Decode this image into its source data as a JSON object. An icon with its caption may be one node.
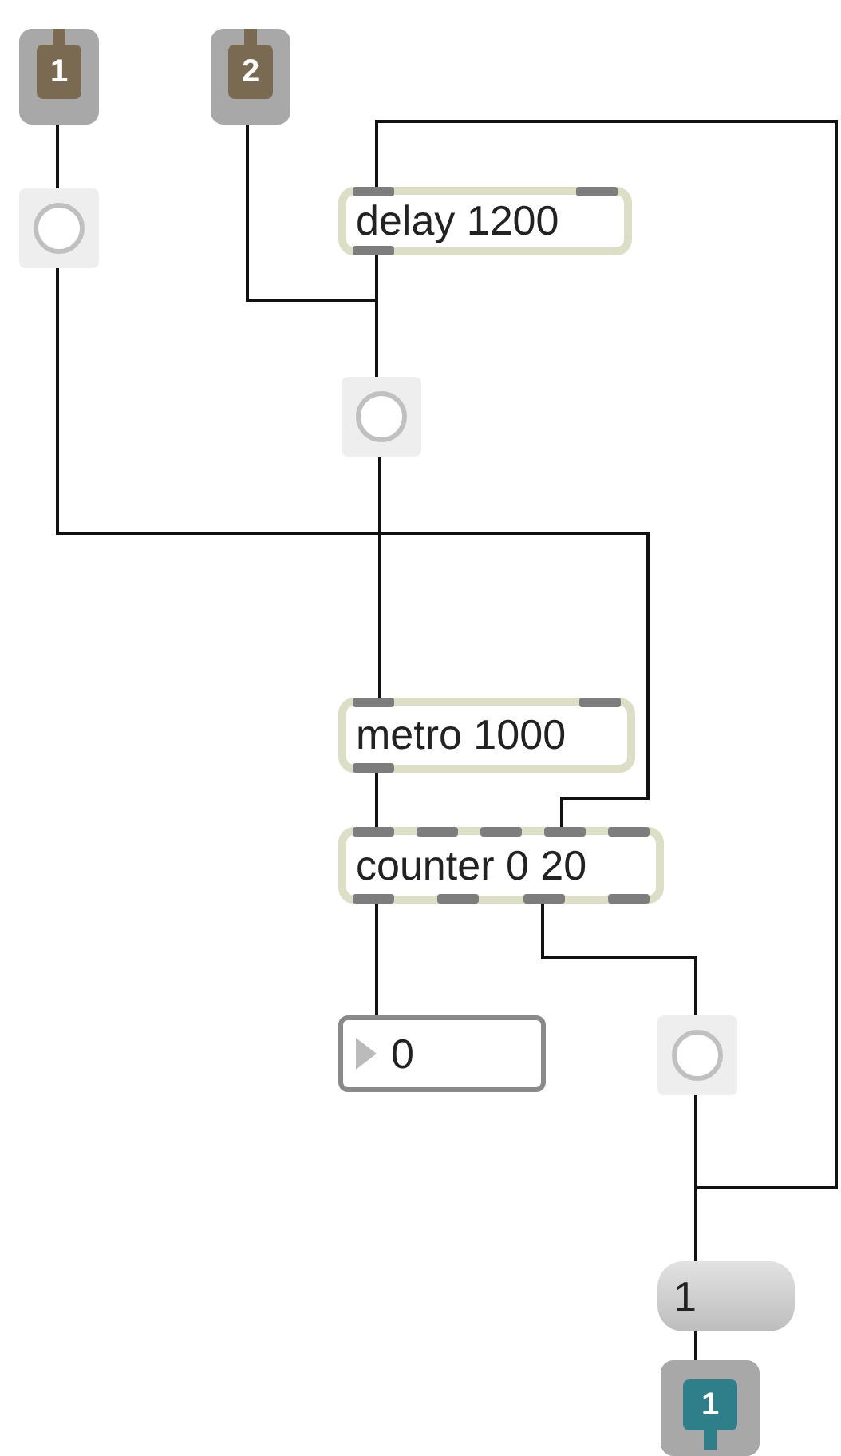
{
  "diagram": {
    "nodes": [
      {
        "text": [
          "1"
        ]
      },
      {
        "text": [
          "2"
        ]
      },
      {
        "text": [],
        "shape": "circle"
      },
      {
        "text": [
          "delay 1200"
        ]
      },
      {
        "text": [],
        "shape": "circle"
      },
      {
        "text": [
          "metro 1000"
        ]
      },
      {
        "text": [
          "counter 0 20"
        ]
      },
      {
        "text": [
          "0"
        ]
      },
      {
        "text": [],
        "shape": "circle"
      },
      {
        "text": [
          "1"
        ]
      },
      {
        "text": [
          "1"
        ]
      }
    ],
    "edges": [
      {
        "from": 0,
        "to": 2,
        "arrow": "none"
      },
      {
        "from": 1,
        "to": 4,
        "arrow": "none"
      },
      {
        "from": 3,
        "to": 4,
        "arrow": "none"
      },
      {
        "from": 2,
        "to": 6,
        "arrow": "none"
      },
      {
        "from": 4,
        "to": 5,
        "arrow": "none"
      },
      {
        "from": 5,
        "to": 6,
        "arrow": "none"
      },
      {
        "from": 6,
        "to": 7,
        "arrow": "none"
      },
      {
        "from": 6,
        "to": 8,
        "arrow": "none"
      },
      {
        "from": 8,
        "to": 9,
        "arrow": "none"
      },
      {
        "from": 8,
        "to": 3,
        "arrow": "none"
      },
      {
        "from": 9,
        "to": 10,
        "arrow": "none"
      }
    ]
  }
}
